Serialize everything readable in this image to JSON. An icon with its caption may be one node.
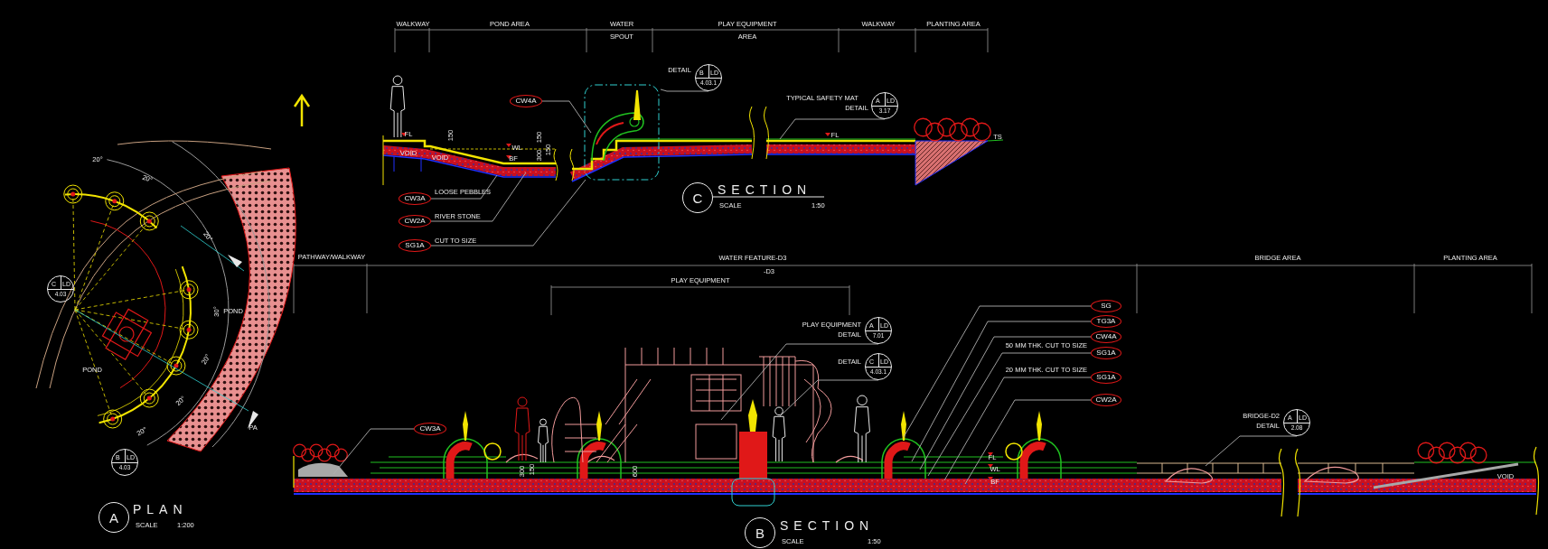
{
  "diagram": {
    "nodes": [
      {
        "text": [
          "CW4A"
        ]
      },
      {
        "text": [
          "B",
          "LD",
          "4.03.1"
        ],
        "beside": [
          "DETAIL"
        ]
      },
      {
        "text": [
          "A",
          "LD",
          "3.17"
        ],
        "beside": [
          "TYPICAL SAFETY MAT",
          "DETAIL"
        ]
      },
      {
        "text": [
          "CW3A"
        ],
        "beside": [
          "LOOSE PEBBLES"
        ]
      },
      {
        "text": [
          "CW2A"
        ],
        "beside": [
          "RIVER STONE"
        ]
      },
      {
        "text": [
          "SG1A"
        ],
        "beside": [
          "CUT TO SIZE"
        ]
      },
      {
        "text": [
          "C"
        ],
        "beside": [
          "SECTION",
          "SCALE",
          "1:50"
        ]
      },
      {
        "text": [
          "CW3A"
        ]
      },
      {
        "text": [
          "A",
          "LD",
          "7.01"
        ],
        "beside": [
          "PLAY EQUIPMENT",
          "DETAIL"
        ]
      },
      {
        "text": [
          "C",
          "LD",
          "4.03.1"
        ],
        "beside": [
          "DETAIL"
        ]
      },
      {
        "text": [
          "SG"
        ]
      },
      {
        "text": [
          "TG3A"
        ]
      },
      {
        "text": [
          "CW4A"
        ]
      },
      {
        "text": [
          "SG1A"
        ],
        "beside": [
          "50 MM THK. CUT TO SIZE"
        ]
      },
      {
        "text": [
          "SG1A"
        ],
        "beside": [
          "20 MM THK. CUT TO SIZE"
        ]
      },
      {
        "text": [
          "CW2A"
        ]
      },
      {
        "text": [
          "A",
          "LD",
          "2.08"
        ],
        "beside": [
          "BRIDGE-D2",
          "DETAIL"
        ]
      },
      {
        "text": [
          "B"
        ],
        "beside": [
          "SECTION",
          "SCALE",
          "1:50"
        ]
      },
      {
        "text": [
          "C",
          "LD",
          "4.03"
        ]
      },
      {
        "text": [
          "B",
          "LD",
          "4.03"
        ]
      },
      {
        "text": [
          "A"
        ],
        "beside": [
          "PLAN",
          "SCALE",
          "1:200"
        ]
      }
    ],
    "edges": [
      {
        "from": 0,
        "to": null,
        "arrow": "none"
      },
      {
        "from": 1,
        "to": null,
        "arrow": "none"
      },
      {
        "from": 2,
        "to": null,
        "arrow": "none"
      },
      {
        "from": 3,
        "to": null,
        "arrow": "none"
      },
      {
        "from": 4,
        "to": null,
        "arrow": "none"
      },
      {
        "from": 5,
        "to": null,
        "arrow": "none"
      },
      {
        "from": 7,
        "to": null,
        "arrow": "none"
      },
      {
        "from": 8,
        "to": null,
        "arrow": "none"
      },
      {
        "from": 9,
        "to": null,
        "arrow": "none"
      },
      {
        "from": 10,
        "to": null,
        "arrow": "none"
      },
      {
        "from": 11,
        "to": null,
        "arrow": "none"
      },
      {
        "from": 12,
        "to": null,
        "arrow": "none"
      },
      {
        "from": 13,
        "to": null,
        "arrow": "none"
      },
      {
        "from": 14,
        "to": null,
        "arrow": "none"
      },
      {
        "from": 15,
        "to": null,
        "arrow": "none"
      },
      {
        "from": 16,
        "to": null,
        "arrow": "none"
      }
    ],
    "labels": [
      "WALKWAY",
      "POND AREA",
      "WATER",
      "PLAY EQUIPMENT",
      "WALKWAY",
      "PLANTING AREA",
      "SPOUT",
      "AREA",
      "FL",
      "150",
      "WL",
      "150",
      "150",
      "FL",
      "TS",
      "VOID",
      "VOID",
      "BF",
      "300",
      "PATHWAY/WALKWAY",
      "WATER FEATURE-D3",
      "BRIDGE AREA",
      "PLANTING AREA",
      "-D3",
      "PLAY EQUIPMENT",
      "FL",
      "WL",
      "300",
      "150",
      "600",
      "VOID",
      "BF",
      "20°",
      "20°",
      "20°",
      "30°",
      "POND",
      "POND",
      "20°",
      "20°",
      "PA",
      "20°"
    ]
  }
}
